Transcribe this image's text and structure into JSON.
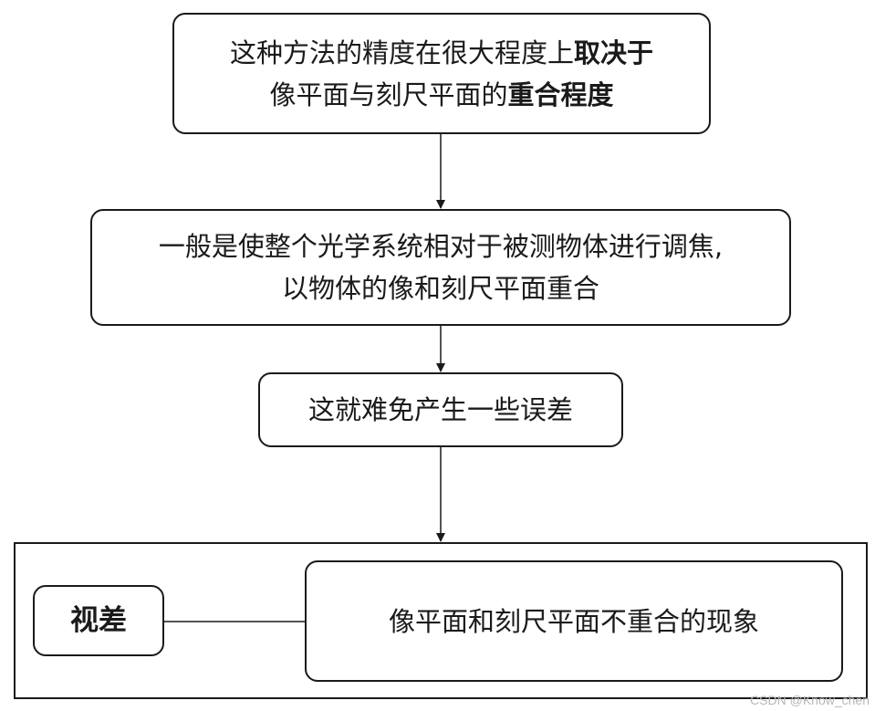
{
  "box1": {
    "line1_normal": "这种方法的精度在很大程度上",
    "line1_bold": "取决于",
    "line2_normal": "像平面与刻尺平面的",
    "line2_bold": "重合程度"
  },
  "box2": {
    "line1": "一般是使整个光学系统相对于被测物体进行调焦,",
    "line2": "以物体的像和刻尺平面重合"
  },
  "box3": {
    "text": "这就难免产生一些误差"
  },
  "box4": {
    "term": "视差"
  },
  "box5": {
    "definition": "像平面和刻尺平面不重合的现象"
  },
  "watermark": "CSDN @Know_chen"
}
